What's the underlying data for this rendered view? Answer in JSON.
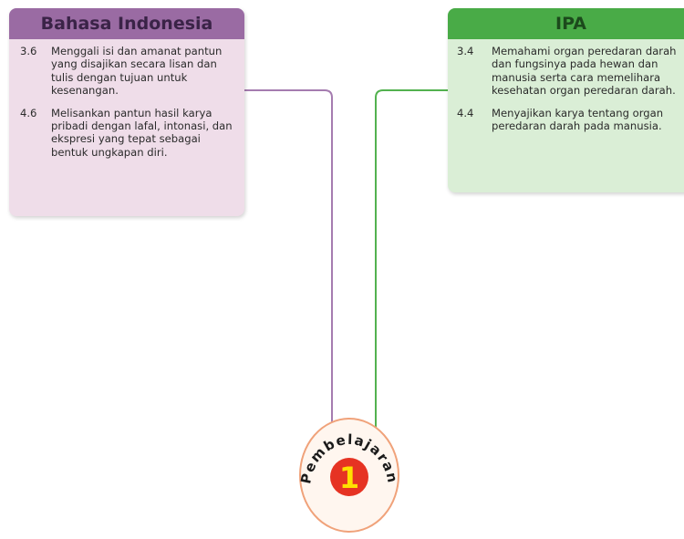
{
  "subjects": [
    {
      "title": "Bahasa Indonesia",
      "competencies": [
        {
          "num": "3.6",
          "text": "Menggali isi dan amanat pantun yang disajikan secara lisan dan tulis dengan tujuan untuk kesenangan."
        },
        {
          "num": "4.6",
          "text": "Melisankan pantun hasil karya pribadi dengan lafal, intonasi, dan ekspresi yang tepat sebagai bentuk ungkapan diri."
        }
      ]
    },
    {
      "title": "IPA",
      "competencies": [
        {
          "num": "3.4",
          "text": "Memahami organ peredaran darah dan fungsinya pada hewan dan manusia serta cara memelihara kesehatan organ peredaran darah."
        },
        {
          "num": "4.4",
          "text": "Menyajikan karya tentang organ peredaran darah pada manusia."
        }
      ]
    }
  ],
  "lesson_badge": {
    "label": "Pembelajaran",
    "number": "1"
  },
  "colors": {
    "bahasa_header": "#9a6ba3",
    "bahasa_body": "#efdde9",
    "bahasa_line": "#a57cb0",
    "ipa_header": "#49ab47",
    "ipa_body": "#daeed6",
    "ipa_line": "#53b24f",
    "badge_ring": "#f0a27a",
    "badge_fill": "#fff6ef",
    "number_circle": "#e63323",
    "number_text": "#ffe000"
  }
}
